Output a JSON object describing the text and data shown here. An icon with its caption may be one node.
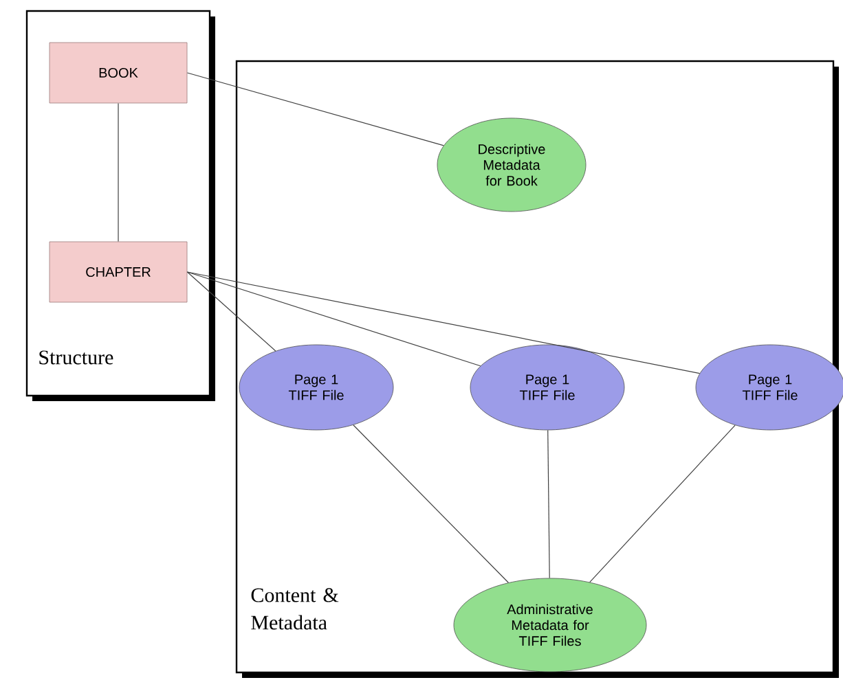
{
  "diagram": {
    "nodes": [
      {
        "text": [
          "Structure"
        ]
      },
      {
        "text": [
          "BOOK"
        ],
        "in": 0
      },
      {
        "text": [
          "CHAPTER"
        ],
        "in": 0
      },
      {
        "text": [
          "Content & Metadata"
        ]
      },
      {
        "text": [
          "Descriptive Metadata for Book"
        ],
        "in": 3
      },
      {
        "text": [
          "Page 1 TIFF File"
        ],
        "in": 3
      },
      {
        "text": [
          "Page 1 TIFF File"
        ],
        "in": 3
      },
      {
        "text": [
          "Page 1 TIFF File"
        ],
        "in": 3
      },
      {
        "text": [
          "Administrative Metadata for TIFF Files"
        ],
        "in": 3
      }
    ],
    "edges": [
      {
        "from": 1,
        "to": 2,
        "arrow": "none"
      },
      {
        "from": 1,
        "to": 4,
        "arrow": "none"
      },
      {
        "from": 2,
        "to": 5,
        "arrow": "none"
      },
      {
        "from": 2,
        "to": 6,
        "arrow": "none"
      },
      {
        "from": 2,
        "to": 7,
        "arrow": "none"
      },
      {
        "from": 5,
        "to": 8,
        "arrow": "none"
      },
      {
        "from": 6,
        "to": 8,
        "arrow": "none"
      },
      {
        "from": 7,
        "to": 8,
        "arrow": "none"
      }
    ]
  }
}
